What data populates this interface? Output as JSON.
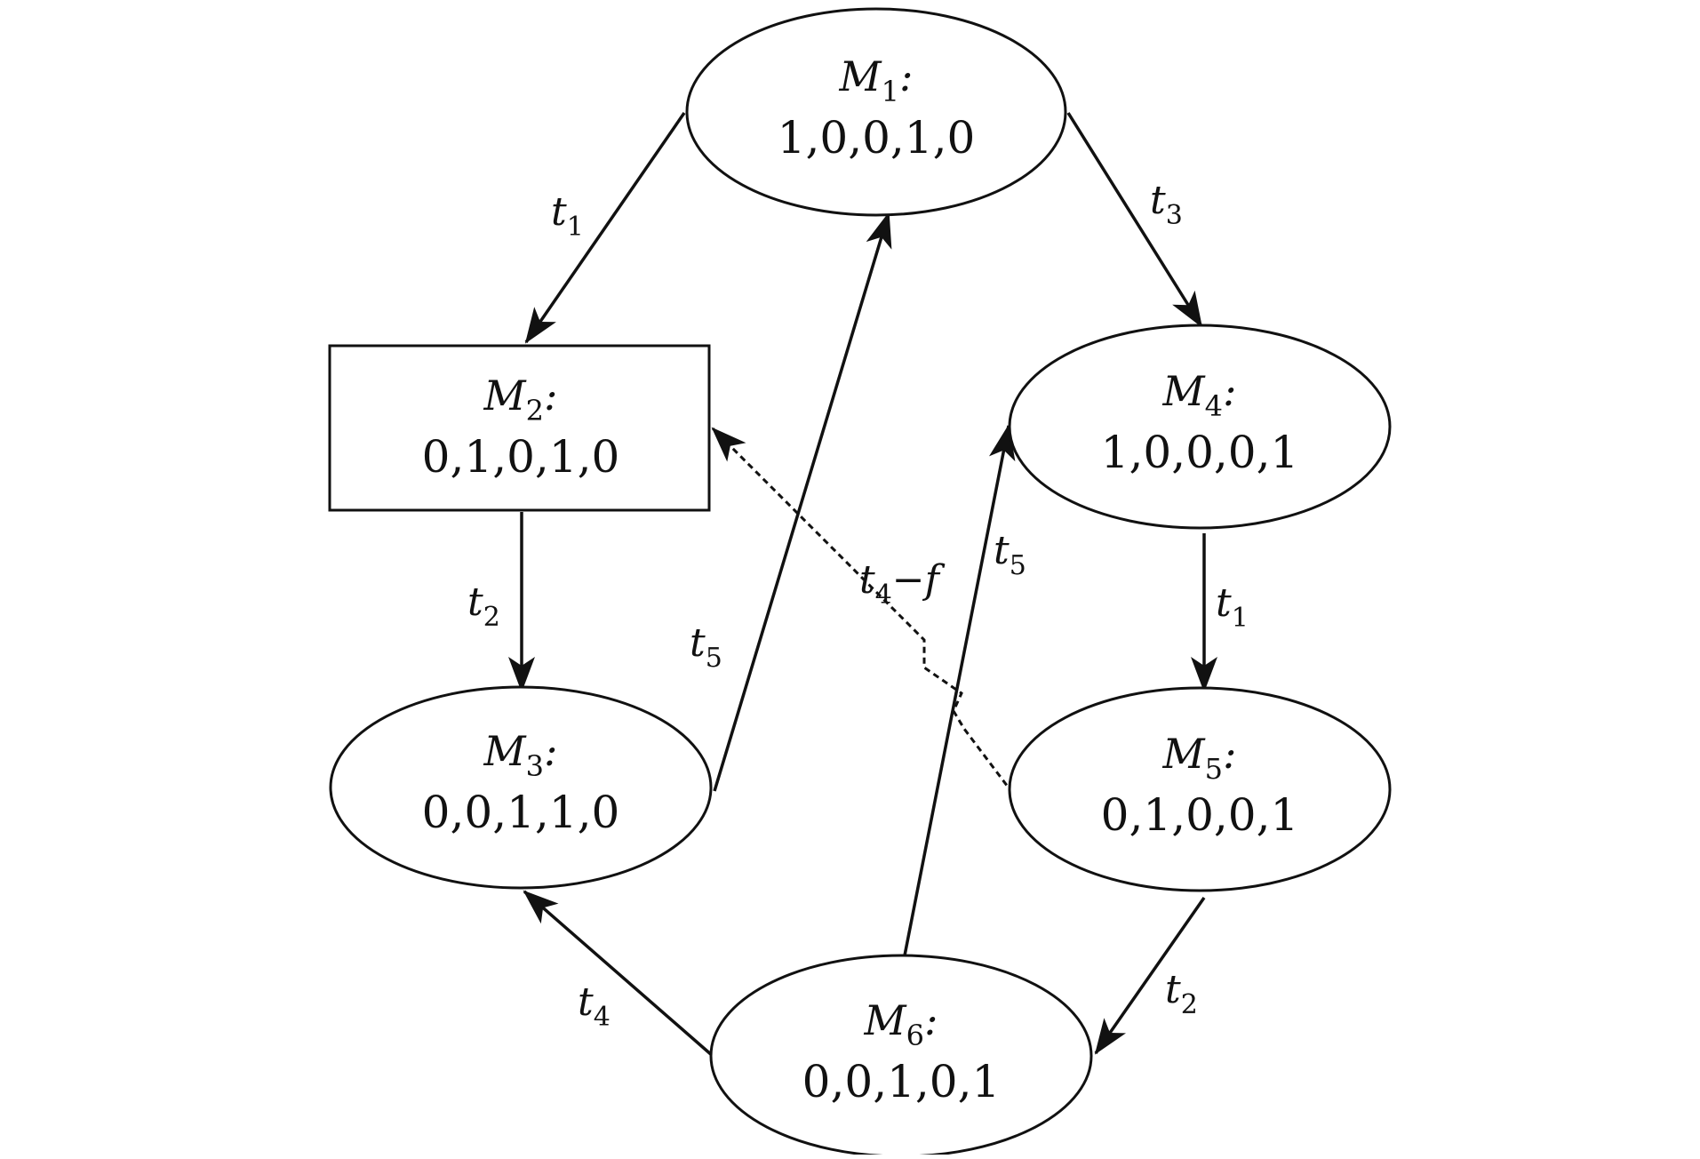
{
  "states": [
    {
      "id": "M1",
      "name": "M",
      "index": "1",
      "colon": ":",
      "vector": "1,0,0,1,0",
      "shape": "ellipse"
    },
    {
      "id": "M2",
      "name": "M",
      "index": "2",
      "colon": ":",
      "vector": "0,1,0,1,0",
      "shape": "rect"
    },
    {
      "id": "M3",
      "name": "M",
      "index": "3",
      "colon": ":",
      "vector": "0,0,1,1,0",
      "shape": "ellipse"
    },
    {
      "id": "M4",
      "name": "M",
      "index": "4",
      "colon": ":",
      "vector": "1,0,0,0,1",
      "shape": "ellipse"
    },
    {
      "id": "M5",
      "name": "M",
      "index": "5",
      "colon": ":",
      "vector": "0,1,0,0,1",
      "shape": "ellipse"
    },
    {
      "id": "M6",
      "name": "M",
      "index": "6",
      "colon": ":",
      "vector": "0,0,1,0,1",
      "shape": "ellipse"
    }
  ],
  "transitions": [
    {
      "id": "e1",
      "from": "M1",
      "to": "M2",
      "label": "t",
      "index": "1",
      "suffix": "",
      "style": "solid"
    },
    {
      "id": "e2",
      "from": "M1",
      "to": "M4",
      "label": "t",
      "index": "3",
      "suffix": "",
      "style": "solid"
    },
    {
      "id": "e3",
      "from": "M2",
      "to": "M3",
      "label": "t",
      "index": "2",
      "suffix": "",
      "style": "solid"
    },
    {
      "id": "e4",
      "from": "M3",
      "to": "M1",
      "label": "t",
      "index": "5",
      "suffix": "",
      "style": "solid"
    },
    {
      "id": "e5",
      "from": "M4",
      "to": "M5",
      "label": "t",
      "index": "1",
      "suffix": "",
      "style": "solid"
    },
    {
      "id": "e6",
      "from": "M5",
      "to": "M2",
      "label": "t",
      "index": "4",
      "suffix": "−f",
      "style": "dashed"
    },
    {
      "id": "e7",
      "from": "M5",
      "to": "M6",
      "label": "t",
      "index": "2",
      "suffix": "",
      "style": "solid"
    },
    {
      "id": "e8",
      "from": "M6",
      "to": "M3",
      "label": "t",
      "index": "4",
      "suffix": "",
      "style": "solid"
    },
    {
      "id": "e9",
      "from": "M6",
      "to": "M4",
      "label": "t",
      "index": "5",
      "suffix": "",
      "style": "solid"
    }
  ]
}
